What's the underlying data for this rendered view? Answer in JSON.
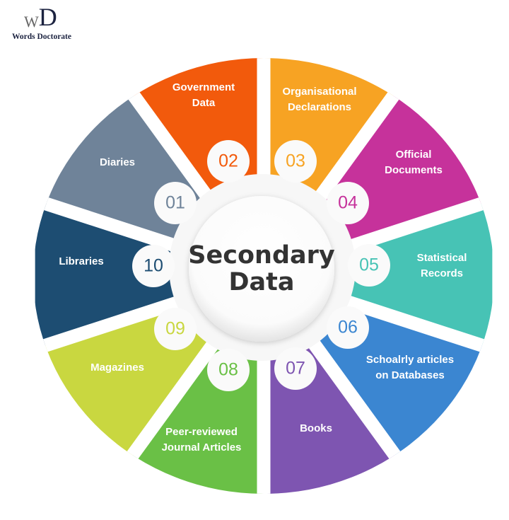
{
  "logo": {
    "mark_letters": "WD",
    "text": "Words Doctorate"
  },
  "center": {
    "line1": "Secondary",
    "line2": "Data"
  },
  "segments": [
    {
      "number": "01",
      "label": "Diaries",
      "color": "#6f8399"
    },
    {
      "number": "02",
      "label": "Government\nData",
      "color": "#f25a0c"
    },
    {
      "number": "03",
      "label": "Organisational\nDeclarations",
      "color": "#f7a323"
    },
    {
      "number": "04",
      "label": "Official\nDocuments",
      "color": "#c6329b"
    },
    {
      "number": "05",
      "label": "Statistical\nRecords",
      "color": "#47c3b5"
    },
    {
      "number": "06",
      "label": "Schoalrly articles\non Databases",
      "color": "#3b86d1"
    },
    {
      "number": "07",
      "label": "Books",
      "color": "#7e55b1"
    },
    {
      "number": "08",
      "label": "Peer-reviewed\nJournal Articles",
      "color": "#6ac046"
    },
    {
      "number": "09",
      "label": "Magazines",
      "color": "#c9d740"
    },
    {
      "number": "10",
      "label": "Libraries",
      "color": "#1d4d72"
    }
  ]
}
